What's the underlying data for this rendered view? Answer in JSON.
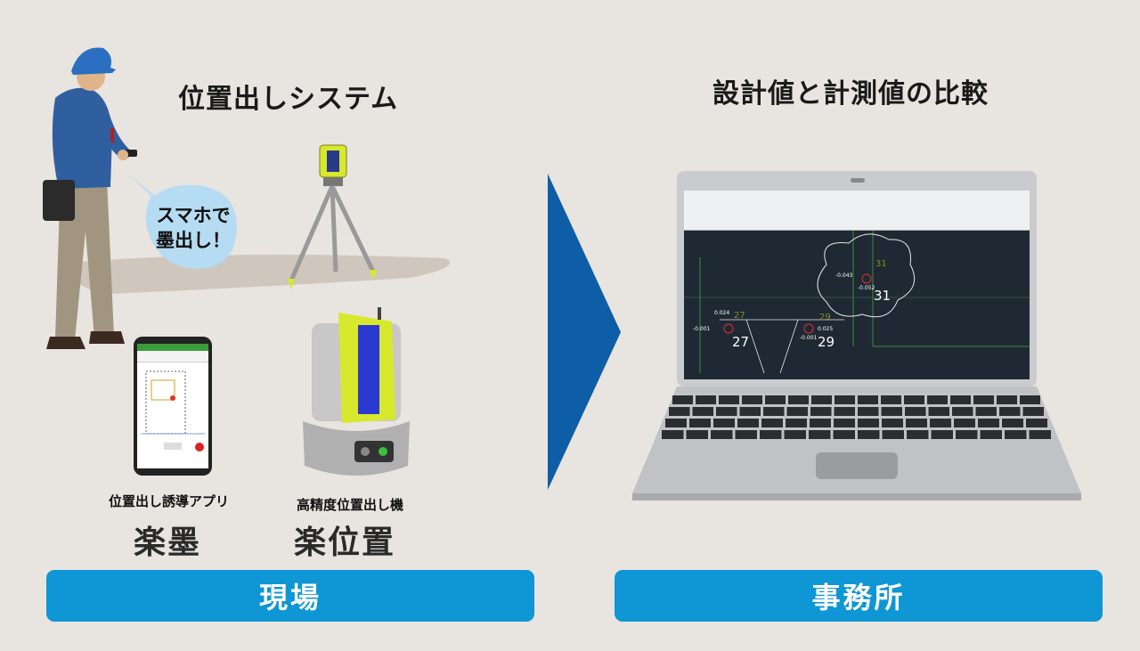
{
  "left_title": "位置出しシステム",
  "right_title": "設計値と計測値の比較",
  "speech_bubble": "スマホで\n墨出し！",
  "app_caption": "位置出し誘導アプリ",
  "app_logo": "楽墨",
  "device_caption": "高精度位置出し機",
  "device_logo": "楽位置",
  "left_bar_label": "現場",
  "right_bar_label": "事務所",
  "cad": {
    "points": [
      {
        "id": "31",
        "offset_a": "-0.043",
        "offset_b": "-0.052",
        "label_ghost": "31"
      },
      {
        "id": "27",
        "offset_a": "0.024",
        "offset_b": "-0.001",
        "label_ghost": "27"
      },
      {
        "id": "29",
        "offset_a": "0.025",
        "offset_b": "-0.001",
        "label_ghost": "29"
      }
    ]
  },
  "colors": {
    "background": "#e8e4e0",
    "bar": "#0f96d4",
    "arrow": "#0d5ea6",
    "helmet": "#2a6fc0",
    "device_yellow": "#d8e82c",
    "cad_background": "#1f2933"
  }
}
